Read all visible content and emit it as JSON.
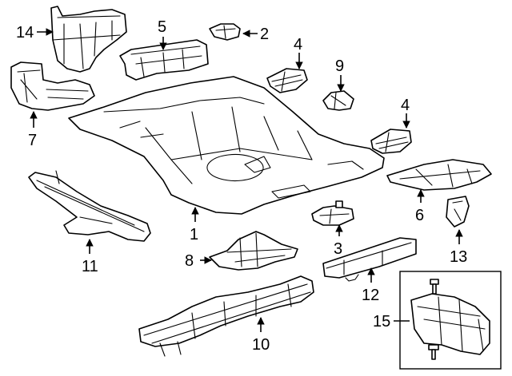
{
  "callouts": {
    "c1": "1",
    "c2": "2",
    "c3": "3",
    "c4a": "4",
    "c4b": "4",
    "c5": "5",
    "c6": "6",
    "c7": "7",
    "c8": "8",
    "c9": "9",
    "c10": "10",
    "c11": "11",
    "c12": "12",
    "c13": "13",
    "c14": "14",
    "c15": "15"
  },
  "colors": {
    "line": "#000000",
    "background": "#ffffff"
  }
}
